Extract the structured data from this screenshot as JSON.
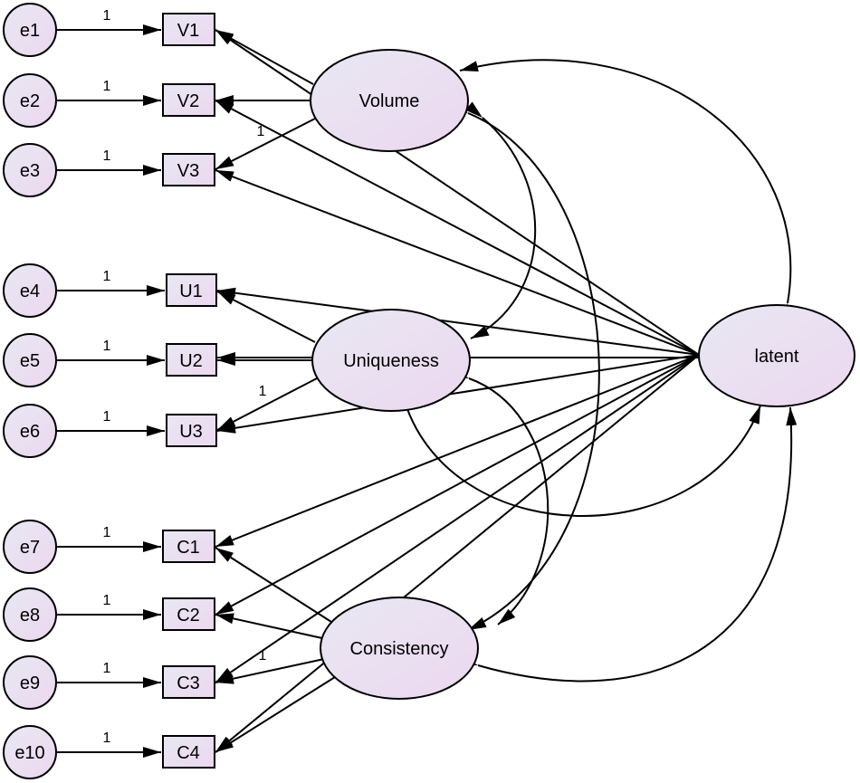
{
  "diagram": {
    "errors": [
      "e1",
      "e2",
      "e3",
      "e4",
      "e5",
      "e6",
      "e7",
      "e8",
      "e9",
      "e10"
    ],
    "observed": [
      "V1",
      "V2",
      "V3",
      "U1",
      "U2",
      "U3",
      "C1",
      "C2",
      "C3",
      "C4"
    ],
    "factors": [
      "Volume",
      "Uniqueness",
      "Consistency",
      "latent"
    ],
    "error_weight_label": "1",
    "loading_weight_label": "1",
    "colors": {
      "node_fill_a": "#e8e8f2",
      "node_fill_b": "#ecd7f0",
      "stroke": "#000000"
    }
  }
}
